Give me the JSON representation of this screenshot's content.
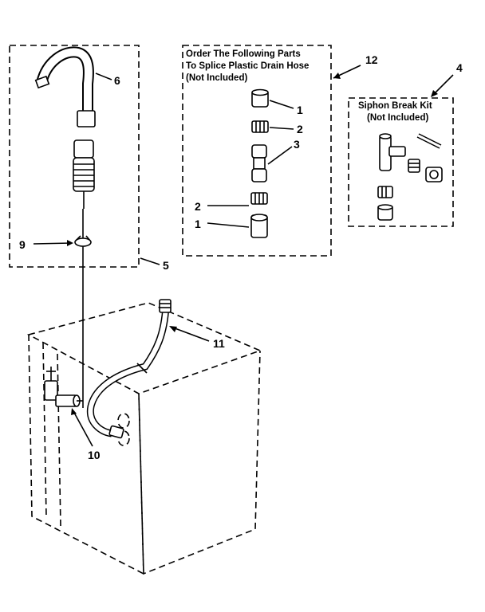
{
  "callouts": {
    "c6": "6",
    "c9": "9",
    "c5": "5",
    "c12": "12",
    "c4": "4",
    "c1a": "1",
    "c2a": "2",
    "c3": "3",
    "c2b": "2",
    "c1b": "1",
    "c11": "11",
    "c10": "10"
  },
  "splice_box": {
    "line1": "Order The Following Parts",
    "line2": "To Splice Plastic Drain Hose",
    "line3": "(Not Included)"
  },
  "siphon_box": {
    "line1": "Siphon Break Kit",
    "line2": "(Not Included)"
  }
}
